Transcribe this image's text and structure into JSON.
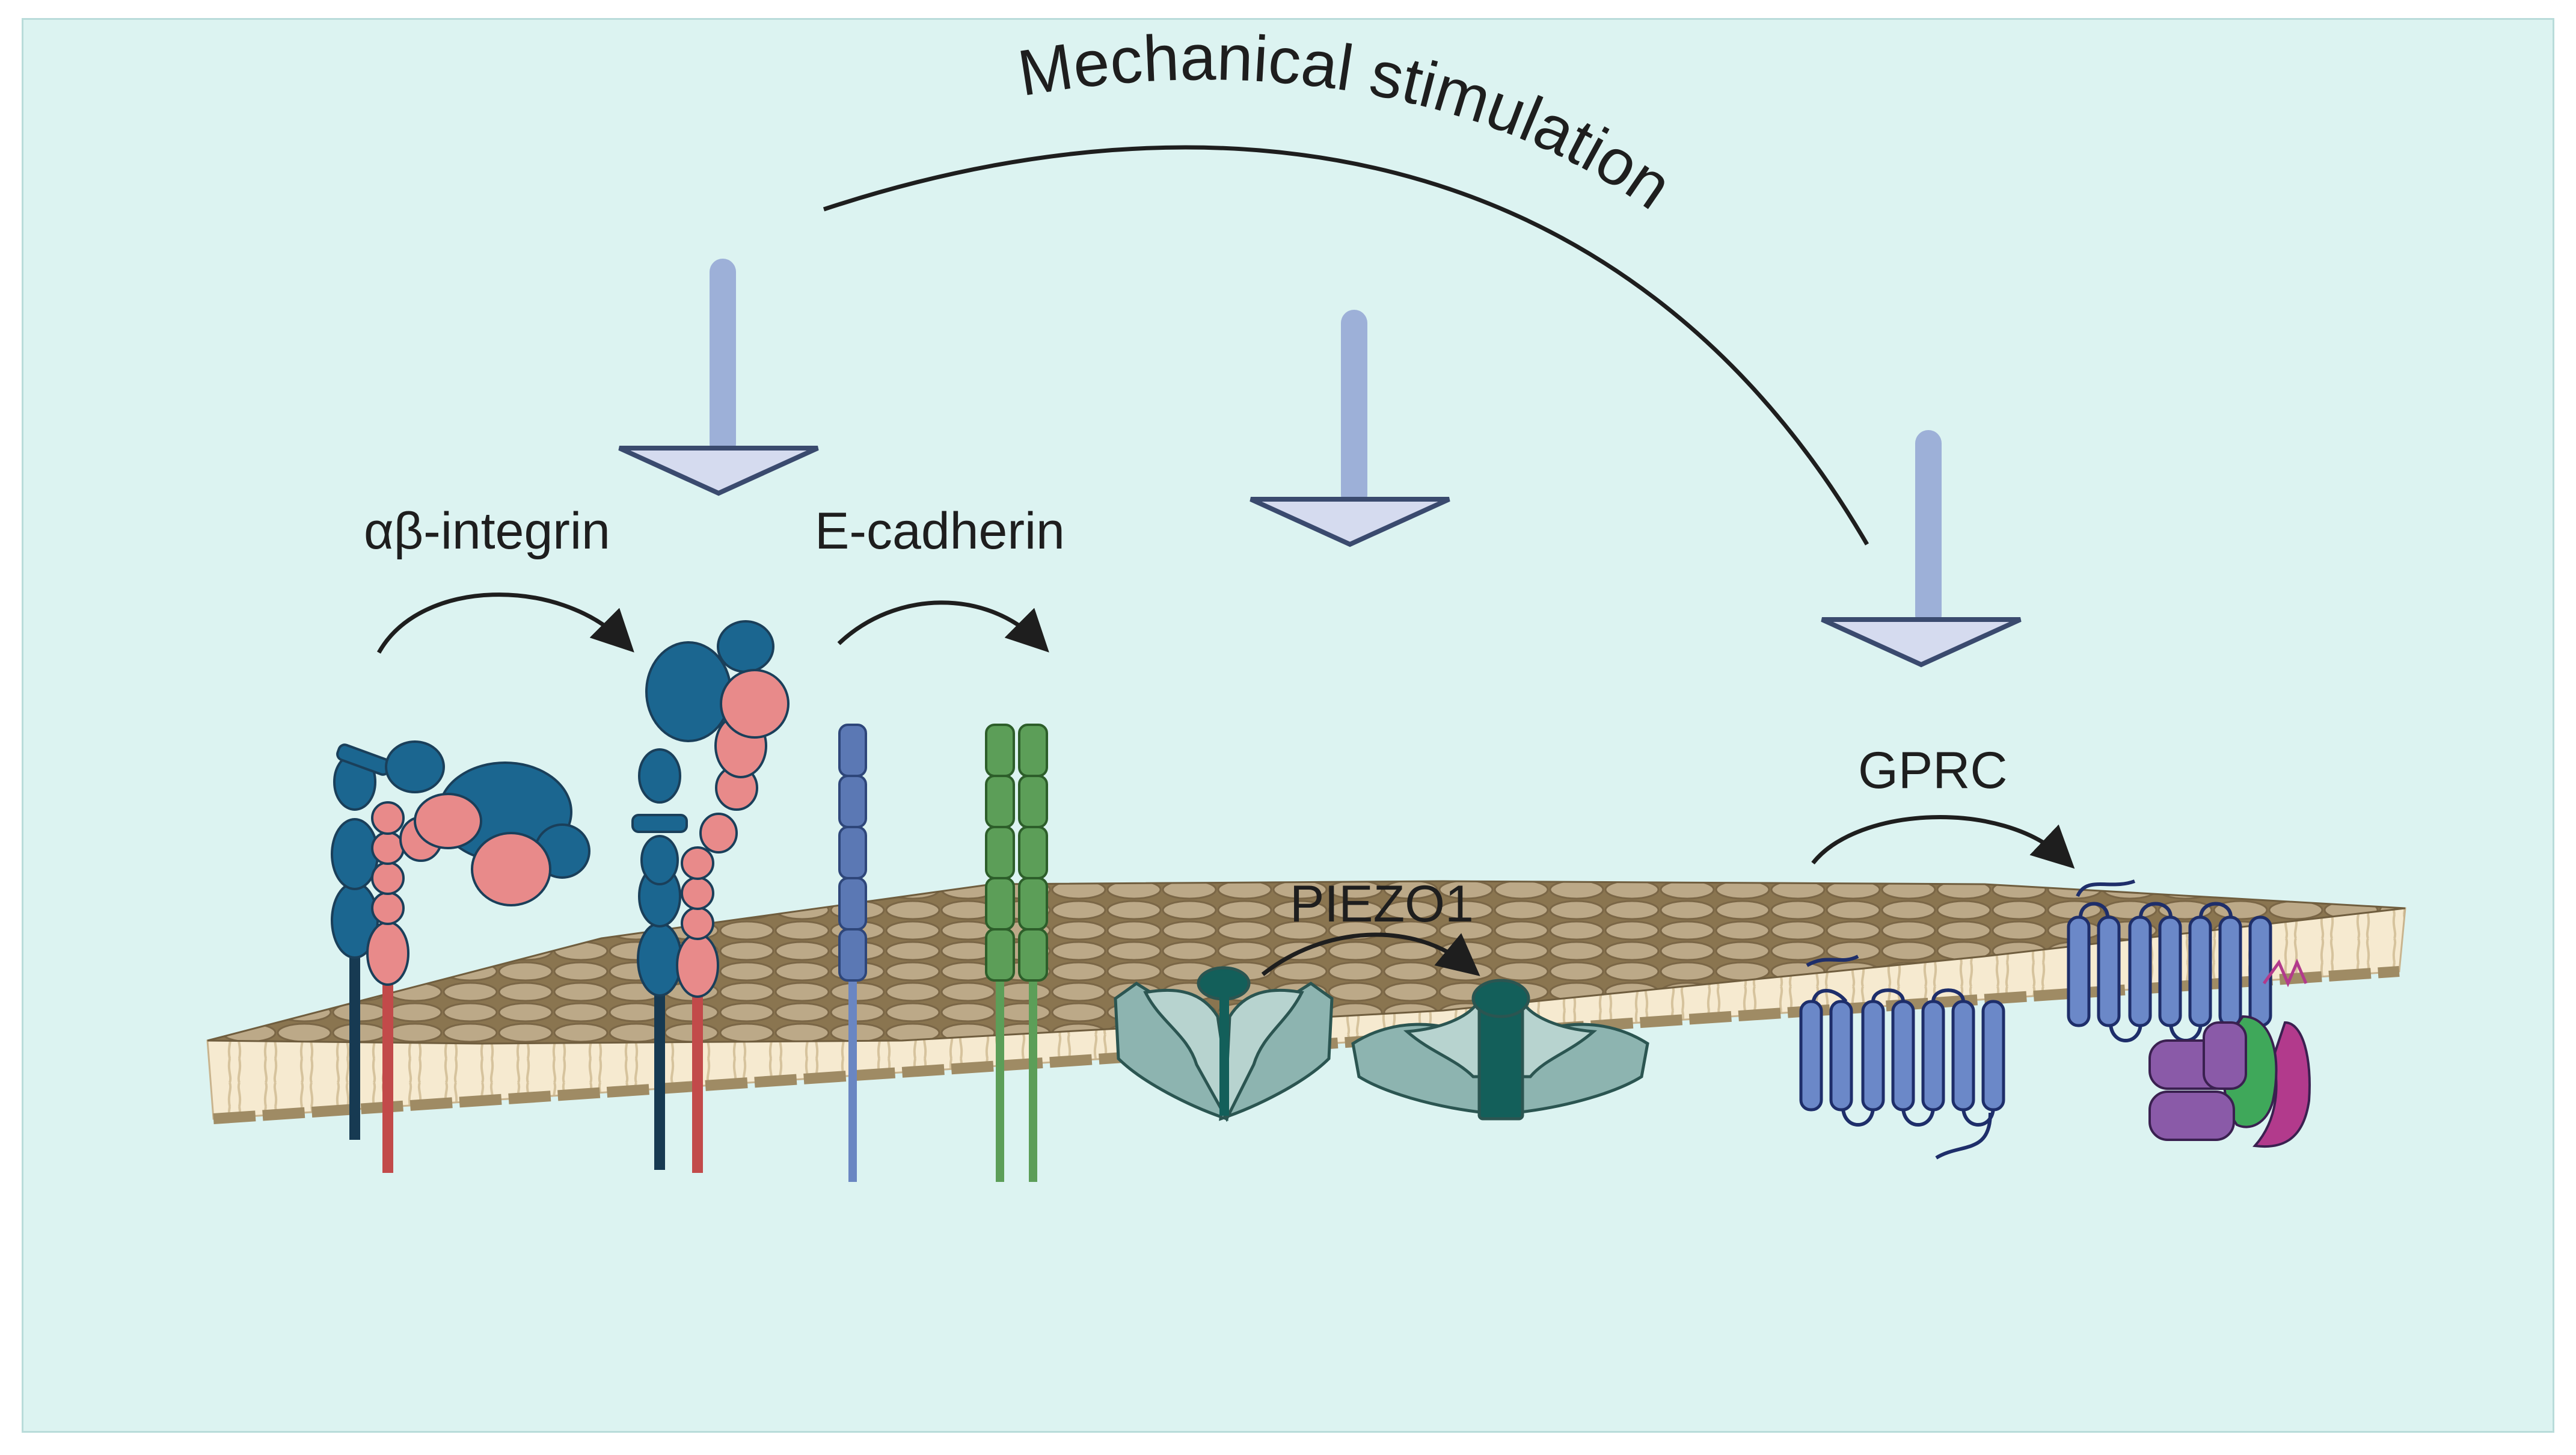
{
  "title": "Mechanical stimulation",
  "labels": {
    "integrin": "αβ-integrin",
    "cadherin": "E-cadherin",
    "piezo": "PIEZO1",
    "gprc": "GPRC"
  },
  "colors": {
    "background": "#dcf3f1",
    "force_arrow": "#9db0d8",
    "force_arrow_head": "#d5dbef",
    "membrane_top": "#bda98a",
    "membrane_core": "#f7ebcf",
    "integrin_alpha": "#1b6690",
    "integrin_beta": "#e88a8a",
    "cadherin_blue": "#5b78b4",
    "cadherin_green": "#5c9e58",
    "piezo": "#8db4b0",
    "piezo_pore": "#135f5a",
    "gprc": "#6b88c8",
    "g_alpha": "#8a5aa8",
    "g_beta": "#3fa85a",
    "g_gamma": "#b23a8c"
  }
}
